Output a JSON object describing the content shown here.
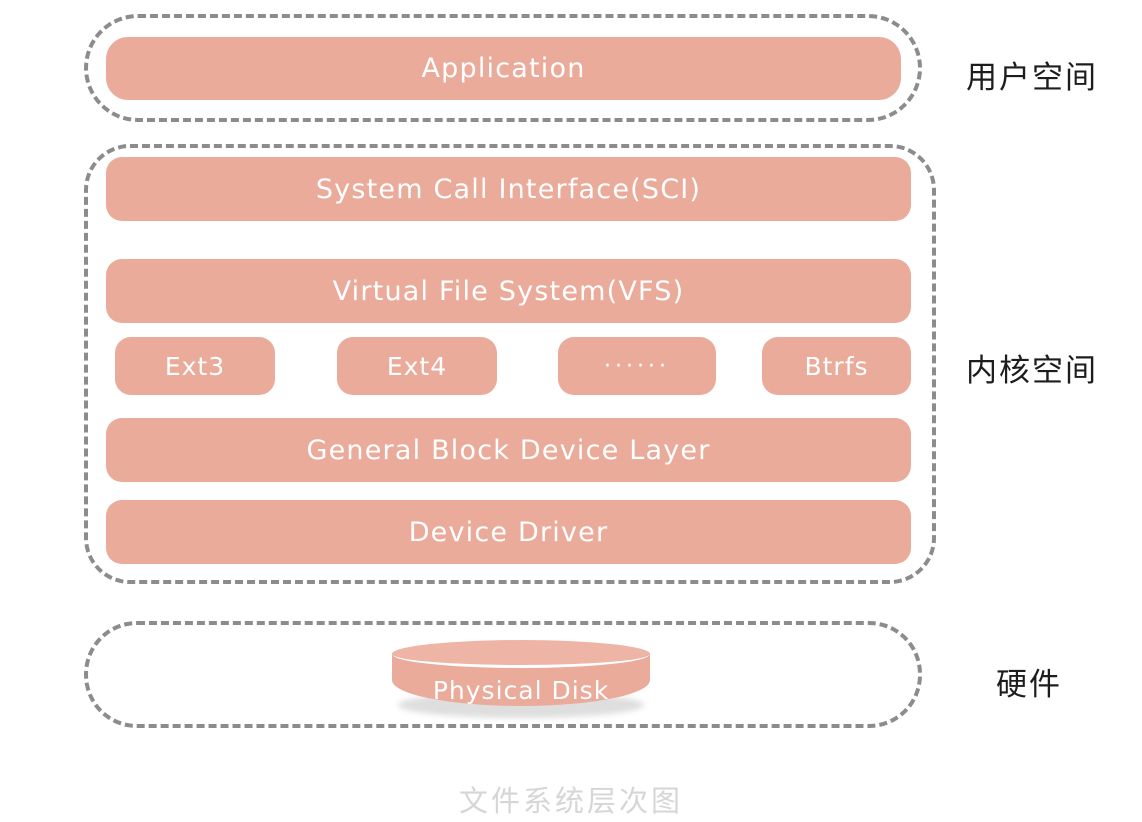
{
  "diagram": {
    "caption": "文件系统层次图",
    "colors": {
      "box_fill": "#eaab9b",
      "box_fill_light": "#eeb5a6",
      "box_text": "#ffffff",
      "region_border": "#8c8c8c",
      "label_text": "#1d1d1d",
      "caption_text": "#d6d6d6",
      "background": "#ffffff"
    },
    "regions": [
      {
        "id": "user-space",
        "label": "用户空间",
        "layers": [
          {
            "id": "application",
            "label": "Application"
          }
        ]
      },
      {
        "id": "kernel-space",
        "label": "内核空间",
        "layers": [
          {
            "id": "sci",
            "label": "System Call Interface(SCI)"
          },
          {
            "id": "vfs",
            "label": "Virtual File System(VFS)"
          },
          {
            "id": "general-block-device-layer",
            "label": "General Block Device Layer"
          },
          {
            "id": "device-driver",
            "label": "Device Driver"
          }
        ],
        "filesystems": [
          {
            "id": "ext3",
            "label": "Ext3"
          },
          {
            "id": "ext4",
            "label": "Ext4"
          },
          {
            "id": "more",
            "label": "······"
          },
          {
            "id": "btrfs",
            "label": "Btrfs"
          }
        ]
      },
      {
        "id": "hardware",
        "label": "硬件",
        "disk": {
          "id": "physical-disk",
          "label": "Physical Disk"
        }
      }
    ]
  }
}
